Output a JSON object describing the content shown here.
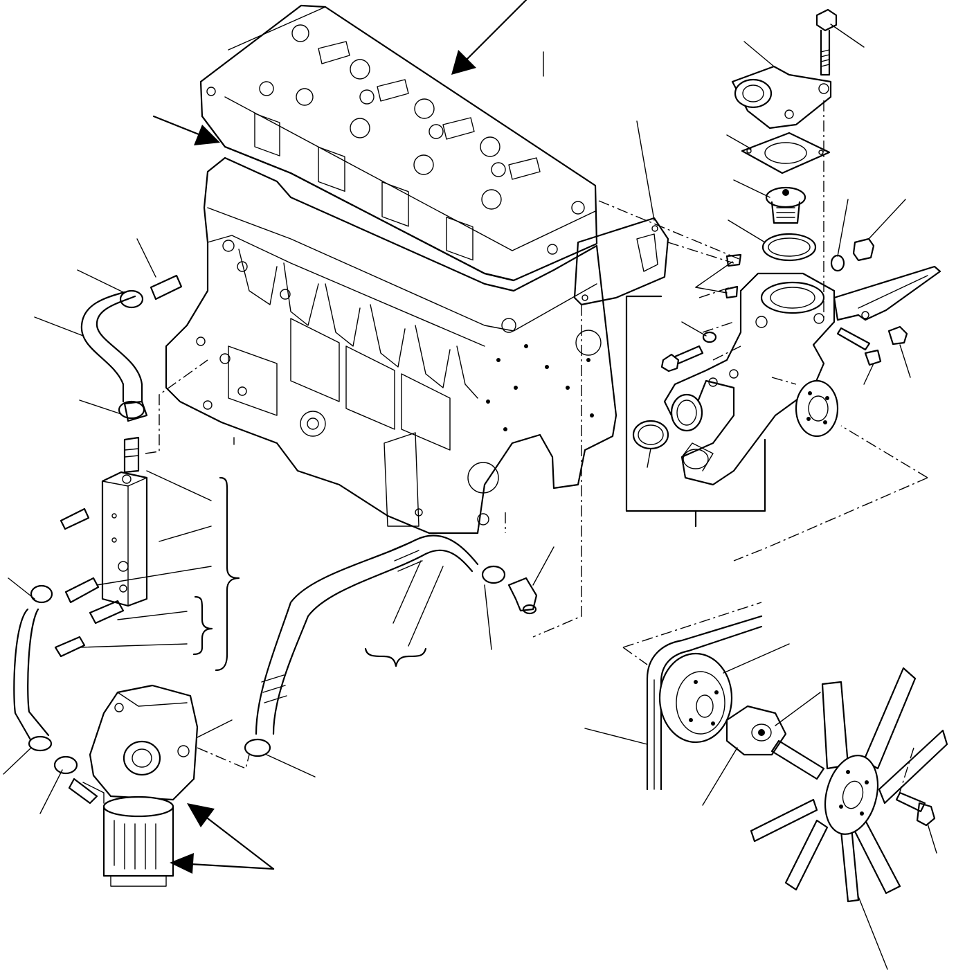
{
  "diagram": {
    "type": "exploded-parts-view",
    "colors": {
      "line": "#000000",
      "background": "#ffffff"
    },
    "parts": [
      "cylinder-head",
      "cylinder-block",
      "thermostat-cover",
      "thermostat-gasket",
      "thermostat",
      "thermostat-seal-ring",
      "water-pump-assembly",
      "water-pump-gasket",
      "alternator-bracket",
      "oil-filter-head",
      "oil-filter-cartridge",
      "oil-cooler-block",
      "coolant-hoses",
      "hose-clamps",
      "fan-belt",
      "fan-pulley",
      "fan-spacer",
      "cooling-fan",
      "bolts-and-plugs"
    ]
  }
}
